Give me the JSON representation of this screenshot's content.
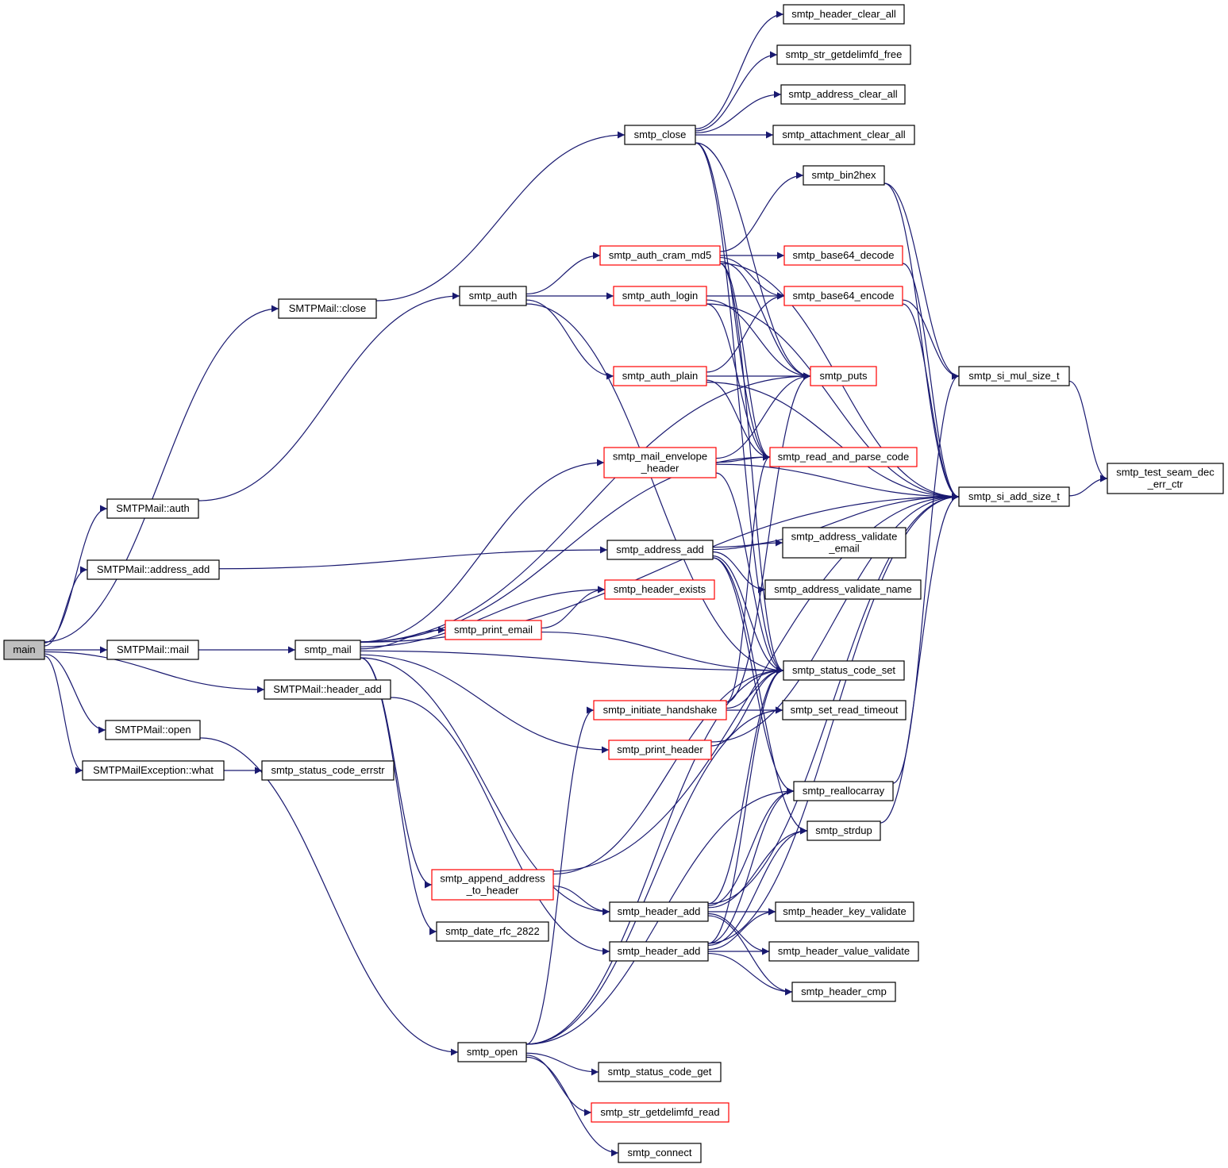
{
  "graph": {
    "nodes": [
      {
        "id": "main",
        "lines": [
          "main"
        ],
        "style": "root"
      },
      {
        "id": "smtp_header_clear_all",
        "lines": [
          "smtp_header_clear_all"
        ],
        "style": "black"
      },
      {
        "id": "smtp_str_getdelimfd_free",
        "lines": [
          "smtp_str_getdelimfd_free"
        ],
        "style": "black"
      },
      {
        "id": "smtp_address_clear_all",
        "lines": [
          "smtp_address_clear_all"
        ],
        "style": "black"
      },
      {
        "id": "smtp_close",
        "lines": [
          "smtp_close"
        ],
        "style": "black"
      },
      {
        "id": "smtp_attachment_clear_all",
        "lines": [
          "smtp_attachment_clear_all"
        ],
        "style": "black"
      },
      {
        "id": "smtp_bin2hex",
        "lines": [
          "smtp_bin2hex"
        ],
        "style": "black"
      },
      {
        "id": "smtp_auth_cram_md5",
        "lines": [
          "smtp_auth_cram_md5"
        ],
        "style": "red"
      },
      {
        "id": "smtp_base64_decode",
        "lines": [
          "smtp_base64_decode"
        ],
        "style": "red"
      },
      {
        "id": "SMTPMail_close",
        "lines": [
          "SMTPMail::close"
        ],
        "style": "black"
      },
      {
        "id": "smtp_auth",
        "lines": [
          "smtp_auth"
        ],
        "style": "black"
      },
      {
        "id": "smtp_auth_login",
        "lines": [
          "smtp_auth_login"
        ],
        "style": "red"
      },
      {
        "id": "smtp_base64_encode",
        "lines": [
          "smtp_base64_encode"
        ],
        "style": "red"
      },
      {
        "id": "smtp_si_mul_size_t",
        "lines": [
          "smtp_si_mul_size_t"
        ],
        "style": "black"
      },
      {
        "id": "smtp_auth_plain",
        "lines": [
          "smtp_auth_plain"
        ],
        "style": "red"
      },
      {
        "id": "smtp_puts",
        "lines": [
          "smtp_puts"
        ],
        "style": "red"
      },
      {
        "id": "smtp_mail_envelope_header",
        "lines": [
          "smtp_mail_envelope",
          "_header"
        ],
        "style": "red"
      },
      {
        "id": "smtp_read_and_parse_code",
        "lines": [
          "smtp_read_and_parse_code"
        ],
        "style": "red"
      },
      {
        "id": "smtp_test_seam_dec_err_ctr",
        "lines": [
          "smtp_test_seam_dec",
          "_err_ctr"
        ],
        "style": "black"
      },
      {
        "id": "smtp_si_add_size_t",
        "lines": [
          "smtp_si_add_size_t"
        ],
        "style": "black"
      },
      {
        "id": "SMTPMail_auth",
        "lines": [
          "SMTPMail::auth"
        ],
        "style": "black"
      },
      {
        "id": "smtp_address_add",
        "lines": [
          "smtp_address_add"
        ],
        "style": "black"
      },
      {
        "id": "smtp_address_validate_email",
        "lines": [
          "smtp_address_validate",
          "_email"
        ],
        "style": "black"
      },
      {
        "id": "SMTPMail_address_add",
        "lines": [
          "SMTPMail::address_add"
        ],
        "style": "black"
      },
      {
        "id": "smtp_header_exists",
        "lines": [
          "smtp_header_exists"
        ],
        "style": "red"
      },
      {
        "id": "smtp_address_validate_name",
        "lines": [
          "smtp_address_validate_name"
        ],
        "style": "black"
      },
      {
        "id": "smtp_print_email",
        "lines": [
          "smtp_print_email"
        ],
        "style": "red"
      },
      {
        "id": "SMTPMail_mail",
        "lines": [
          "SMTPMail::mail"
        ],
        "style": "black"
      },
      {
        "id": "smtp_mail",
        "lines": [
          "smtp_mail"
        ],
        "style": "black"
      },
      {
        "id": "smtp_status_code_set",
        "lines": [
          "smtp_status_code_set"
        ],
        "style": "black"
      },
      {
        "id": "SMTPMail_header_add",
        "lines": [
          "SMTPMail::header_add"
        ],
        "style": "black"
      },
      {
        "id": "smtp_initiate_handshake",
        "lines": [
          "smtp_initiate_handshake"
        ],
        "style": "red"
      },
      {
        "id": "smtp_set_read_timeout",
        "lines": [
          "smtp_set_read_timeout"
        ],
        "style": "black"
      },
      {
        "id": "SMTPMail_open",
        "lines": [
          "SMTPMail::open"
        ],
        "style": "black"
      },
      {
        "id": "smtp_print_header",
        "lines": [
          "smtp_print_header"
        ],
        "style": "red"
      },
      {
        "id": "SMTPMailException_what",
        "lines": [
          "SMTPMailException::what"
        ],
        "style": "black"
      },
      {
        "id": "smtp_status_code_errstr",
        "lines": [
          "smtp_status_code_errstr"
        ],
        "style": "black"
      },
      {
        "id": "smtp_reallocarray",
        "lines": [
          "smtp_reallocarray"
        ],
        "style": "black"
      },
      {
        "id": "smtp_strdup",
        "lines": [
          "smtp_strdup"
        ],
        "style": "black"
      },
      {
        "id": "smtp_append_address_to_header",
        "lines": [
          "smtp_append_address",
          "_to_header"
        ],
        "style": "red"
      },
      {
        "id": "smtp_header_add_1",
        "lines": [
          "smtp_header_add"
        ],
        "style": "black"
      },
      {
        "id": "smtp_header_key_validate",
        "lines": [
          "smtp_header_key_validate"
        ],
        "style": "black"
      },
      {
        "id": "smtp_date_rfc_2822",
        "lines": [
          "smtp_date_rfc_2822"
        ],
        "style": "black"
      },
      {
        "id": "smtp_header_add_2",
        "lines": [
          "smtp_header_add"
        ],
        "style": "black"
      },
      {
        "id": "smtp_header_value_validate",
        "lines": [
          "smtp_header_value_validate"
        ],
        "style": "black"
      },
      {
        "id": "smtp_header_cmp",
        "lines": [
          "smtp_header_cmp"
        ],
        "style": "black"
      },
      {
        "id": "smtp_open",
        "lines": [
          "smtp_open"
        ],
        "style": "black"
      },
      {
        "id": "smtp_status_code_get",
        "lines": [
          "smtp_status_code_get"
        ],
        "style": "black"
      },
      {
        "id": "smtp_str_getdelimfd_read",
        "lines": [
          "smtp_str_getdelimfd_read"
        ],
        "style": "red"
      },
      {
        "id": "smtp_connect",
        "lines": [
          "smtp_connect"
        ],
        "style": "black"
      }
    ],
    "edges": [
      {
        "from": "main",
        "to": "SMTPMail_close"
      },
      {
        "from": "main",
        "to": "SMTPMail_auth"
      },
      {
        "from": "main",
        "to": "SMTPMail_address_add"
      },
      {
        "from": "main",
        "to": "SMTPMail_mail"
      },
      {
        "from": "main",
        "to": "SMTPMail_header_add"
      },
      {
        "from": "main",
        "to": "SMTPMail_open"
      },
      {
        "from": "main",
        "to": "SMTPMailException_what"
      },
      {
        "from": "SMTPMail_close",
        "to": "smtp_close"
      },
      {
        "from": "smtp_close",
        "to": "smtp_header_clear_all"
      },
      {
        "from": "smtp_close",
        "to": "smtp_str_getdelimfd_free"
      },
      {
        "from": "smtp_close",
        "to": "smtp_address_clear_all"
      },
      {
        "from": "smtp_close",
        "to": "smtp_attachment_clear_all"
      },
      {
        "from": "smtp_close",
        "to": "smtp_puts"
      },
      {
        "from": "smtp_close",
        "to": "smtp_read_and_parse_code"
      },
      {
        "from": "smtp_close",
        "to": "smtp_status_code_set"
      },
      {
        "from": "SMTPMail_auth",
        "to": "smtp_auth"
      },
      {
        "from": "smtp_auth",
        "to": "smtp_auth_cram_md5"
      },
      {
        "from": "smtp_auth",
        "to": "smtp_auth_login"
      },
      {
        "from": "smtp_auth",
        "to": "smtp_auth_plain"
      },
      {
        "from": "smtp_auth",
        "to": "smtp_status_code_set"
      },
      {
        "from": "smtp_auth_cram_md5",
        "to": "smtp_bin2hex"
      },
      {
        "from": "smtp_auth_cram_md5",
        "to": "smtp_base64_decode"
      },
      {
        "from": "smtp_auth_cram_md5",
        "to": "smtp_base64_encode"
      },
      {
        "from": "smtp_auth_cram_md5",
        "to": "smtp_puts"
      },
      {
        "from": "smtp_auth_cram_md5",
        "to": "smtp_read_and_parse_code"
      },
      {
        "from": "smtp_auth_cram_md5",
        "to": "smtp_si_add_size_t"
      },
      {
        "from": "smtp_auth_cram_md5",
        "to": "smtp_status_code_set"
      },
      {
        "from": "smtp_auth_login",
        "to": "smtp_base64_encode"
      },
      {
        "from": "smtp_auth_login",
        "to": "smtp_puts"
      },
      {
        "from": "smtp_auth_login",
        "to": "smtp_read_and_parse_code"
      },
      {
        "from": "smtp_auth_login",
        "to": "smtp_si_add_size_t"
      },
      {
        "from": "smtp_auth_plain",
        "to": "smtp_base64_encode"
      },
      {
        "from": "smtp_auth_plain",
        "to": "smtp_puts"
      },
      {
        "from": "smtp_auth_plain",
        "to": "smtp_read_and_parse_code"
      },
      {
        "from": "smtp_auth_plain",
        "to": "smtp_si_add_size_t"
      },
      {
        "from": "smtp_bin2hex",
        "to": "smtp_si_mul_size_t"
      },
      {
        "from": "smtp_bin2hex",
        "to": "smtp_si_add_size_t"
      },
      {
        "from": "smtp_base64_decode",
        "to": "smtp_si_add_size_t"
      },
      {
        "from": "smtp_base64_encode",
        "to": "smtp_si_mul_size_t"
      },
      {
        "from": "smtp_base64_encode",
        "to": "smtp_si_add_size_t"
      },
      {
        "from": "smtp_si_mul_size_t",
        "to": "smtp_test_seam_dec_err_ctr"
      },
      {
        "from": "smtp_si_add_size_t",
        "to": "smtp_test_seam_dec_err_ctr"
      },
      {
        "from": "SMTPMail_address_add",
        "to": "smtp_address_add"
      },
      {
        "from": "smtp_address_add",
        "to": "smtp_address_validate_email"
      },
      {
        "from": "smtp_address_add",
        "to": "smtp_address_validate_name"
      },
      {
        "from": "smtp_address_add",
        "to": "smtp_status_code_set"
      },
      {
        "from": "smtp_address_add",
        "to": "smtp_si_add_size_t"
      },
      {
        "from": "smtp_address_add",
        "to": "smtp_reallocarray"
      },
      {
        "from": "smtp_address_add",
        "to": "smtp_strdup"
      },
      {
        "from": "SMTPMail_mail",
        "to": "smtp_mail"
      },
      {
        "from": "smtp_mail",
        "to": "smtp_mail_envelope_header"
      },
      {
        "from": "smtp_mail",
        "to": "smtp_header_exists"
      },
      {
        "from": "smtp_mail",
        "to": "smtp_print_email"
      },
      {
        "from": "smtp_mail",
        "to": "smtp_status_code_set"
      },
      {
        "from": "smtp_mail",
        "to": "smtp_print_header"
      },
      {
        "from": "smtp_mail",
        "to": "smtp_puts"
      },
      {
        "from": "smtp_mail",
        "to": "smtp_read_and_parse_code"
      },
      {
        "from": "smtp_mail",
        "to": "smtp_si_add_size_t"
      },
      {
        "from": "smtp_mail",
        "to": "smtp_append_address_to_header"
      },
      {
        "from": "smtp_mail",
        "to": "smtp_date_rfc_2822"
      },
      {
        "from": "smtp_mail",
        "to": "smtp_header_add_1"
      },
      {
        "from": "smtp_mail_envelope_header",
        "to": "smtp_puts"
      },
      {
        "from": "smtp_mail_envelope_header",
        "to": "smtp_read_and_parse_code"
      },
      {
        "from": "smtp_mail_envelope_header",
        "to": "smtp_si_add_size_t"
      },
      {
        "from": "smtp_mail_envelope_header",
        "to": "smtp_status_code_set"
      },
      {
        "from": "smtp_print_email",
        "to": "smtp_header_exists"
      },
      {
        "from": "smtp_print_email",
        "to": "smtp_status_code_set"
      },
      {
        "from": "smtp_print_header",
        "to": "smtp_si_add_size_t"
      },
      {
        "from": "smtp_print_header",
        "to": "smtp_status_code_set"
      },
      {
        "from": "SMTPMail_header_add",
        "to": "smtp_header_add_2"
      },
      {
        "from": "SMTPMail_open",
        "to": "smtp_open"
      },
      {
        "from": "SMTPMailException_what",
        "to": "smtp_status_code_errstr"
      },
      {
        "from": "smtp_initiate_handshake",
        "to": "smtp_status_code_set"
      },
      {
        "from": "smtp_initiate_handshake",
        "to": "smtp_set_read_timeout"
      },
      {
        "from": "smtp_initiate_handshake",
        "to": "smtp_puts"
      },
      {
        "from": "smtp_initiate_handshake",
        "to": "smtp_read_and_parse_code"
      },
      {
        "from": "smtp_reallocarray",
        "to": "smtp_si_mul_size_t"
      },
      {
        "from": "smtp_strdup",
        "to": "smtp_si_add_size_t"
      },
      {
        "from": "smtp_append_address_to_header",
        "to": "smtp_header_add_1"
      },
      {
        "from": "smtp_append_address_to_header",
        "to": "smtp_status_code_set"
      },
      {
        "from": "smtp_append_address_to_header",
        "to": "smtp_si_add_size_t"
      },
      {
        "from": "smtp_header_add_1",
        "to": "smtp_header_key_validate"
      },
      {
        "from": "smtp_header_add_1",
        "to": "smtp_header_value_validate"
      },
      {
        "from": "smtp_header_add_1",
        "to": "smtp_header_cmp"
      },
      {
        "from": "smtp_header_add_1",
        "to": "smtp_reallocarray"
      },
      {
        "from": "smtp_header_add_1",
        "to": "smtp_strdup"
      },
      {
        "from": "smtp_header_add_1",
        "to": "smtp_status_code_set"
      },
      {
        "from": "smtp_header_add_1",
        "to": "smtp_si_add_size_t"
      },
      {
        "from": "smtp_header_add_2",
        "to": "smtp_header_key_validate"
      },
      {
        "from": "smtp_header_add_2",
        "to": "smtp_header_value_validate"
      },
      {
        "from": "smtp_header_add_2",
        "to": "smtp_header_cmp"
      },
      {
        "from": "smtp_header_add_2",
        "to": "smtp_reallocarray"
      },
      {
        "from": "smtp_header_add_2",
        "to": "smtp_strdup"
      },
      {
        "from": "smtp_header_add_2",
        "to": "smtp_status_code_set"
      },
      {
        "from": "smtp_header_add_2",
        "to": "smtp_si_add_size_t"
      },
      {
        "from": "smtp_open",
        "to": "smtp_status_code_get"
      },
      {
        "from": "smtp_open",
        "to": "smtp_str_getdelimfd_read"
      },
      {
        "from": "smtp_open",
        "to": "smtp_connect"
      },
      {
        "from": "smtp_open",
        "to": "smtp_initiate_handshake"
      },
      {
        "from": "smtp_open",
        "to": "smtp_set_read_timeout"
      },
      {
        "from": "smtp_open",
        "to": "smtp_status_code_set"
      },
      {
        "from": "smtp_open",
        "to": "smtp_reallocarray"
      }
    ]
  }
}
